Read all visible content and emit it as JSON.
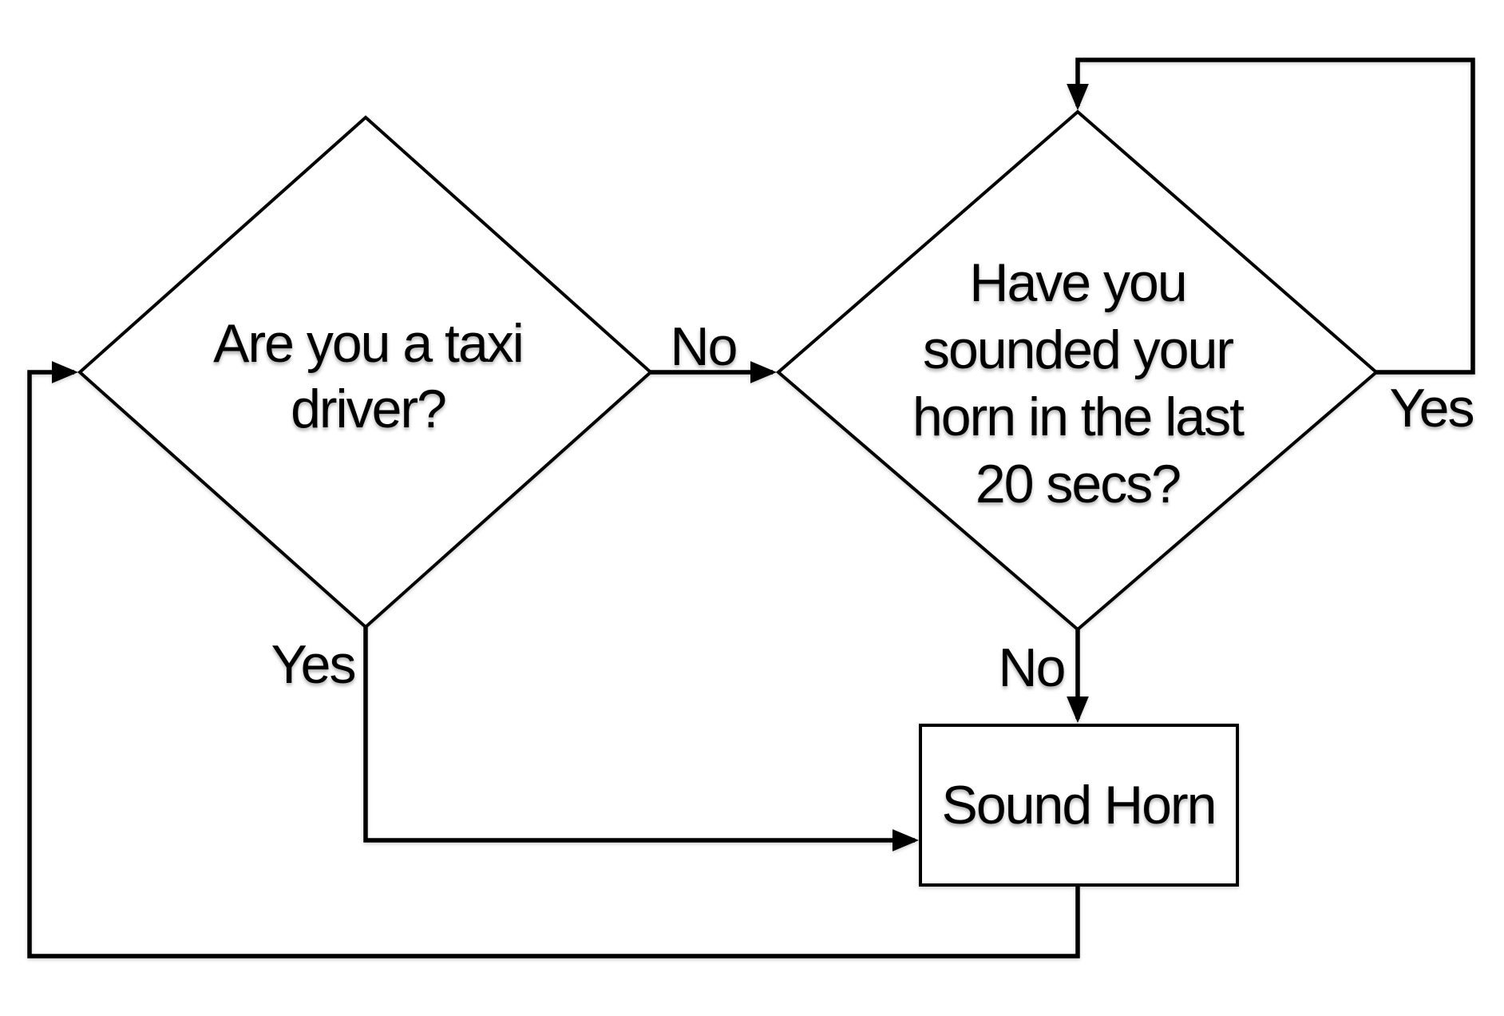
{
  "diagram": {
    "type": "flowchart",
    "colors": {
      "background": "#ffffff",
      "stroke": "#000000",
      "text": "#000000"
    },
    "nodes": {
      "taxi_decision": {
        "shape": "diamond",
        "label": "Are you a taxi\ndriver?"
      },
      "horn_decision": {
        "shape": "diamond",
        "label": "Have you\nsounded your\nhorn in the last\n20 secs?"
      },
      "sound_horn": {
        "shape": "rectangle",
        "label": "Sound Horn"
      }
    },
    "edges": {
      "taxi_no": {
        "from": "taxi_decision",
        "to": "horn_decision",
        "label": "No"
      },
      "taxi_yes": {
        "from": "taxi_decision",
        "to": "sound_horn",
        "label": "Yes"
      },
      "horn_yes_loop": {
        "from": "horn_decision",
        "to": "horn_decision",
        "label": "Yes"
      },
      "horn_no": {
        "from": "horn_decision",
        "to": "sound_horn",
        "label": "No"
      },
      "repeat_loop": {
        "from": "sound_horn",
        "to": "taxi_decision",
        "label": ""
      }
    }
  }
}
